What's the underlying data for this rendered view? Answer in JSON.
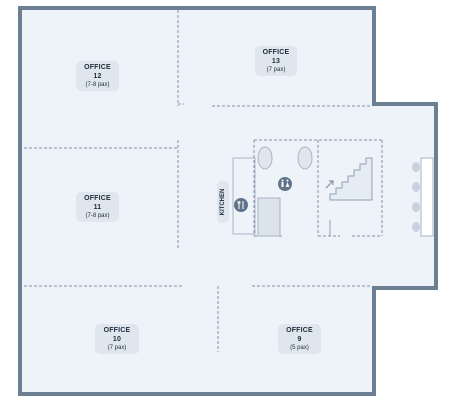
{
  "colors": {
    "wall": "#6d7f93",
    "floor": "#eef3f9",
    "partition": "#7f93a8",
    "fixture": "#c7d2de",
    "icon_badge": "#5f738a",
    "label_bg": "#dfe6ee"
  },
  "rooms": [
    {
      "id": "office-12",
      "name": "OFFICE 12",
      "capacity": "(7-8 pax)"
    },
    {
      "id": "office-13",
      "name": "OFFICE 13",
      "capacity": "(7 pax)"
    },
    {
      "id": "office-11",
      "name": "OFFICE 11",
      "capacity": "(7-8 pax)"
    },
    {
      "id": "office-10",
      "name": "OFFICE 10",
      "capacity": "(7 pax)"
    },
    {
      "id": "office-9",
      "name": "OFFICE 9",
      "capacity": "(5 pax)"
    }
  ],
  "kitchen": {
    "label": "KITCHEN",
    "icon": "cutlery-icon"
  },
  "restroom": {
    "icon": "restroom-icon"
  },
  "stairs": {
    "icon": "stairs-up-icon"
  }
}
